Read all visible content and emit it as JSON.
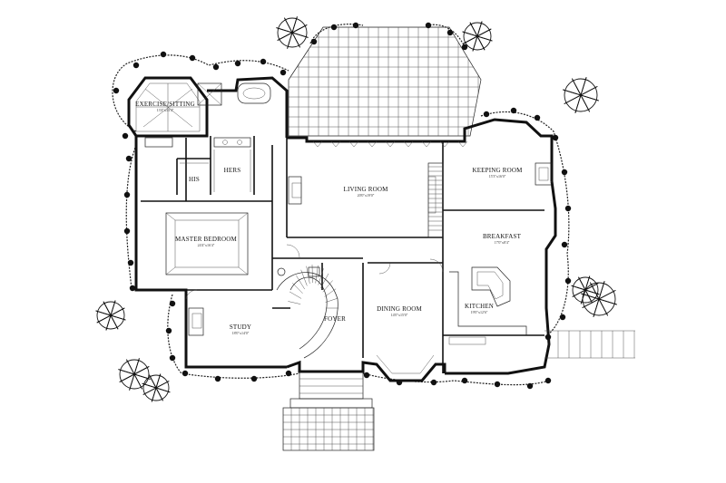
{
  "rooms": {
    "exercise_sitting": {
      "label": "EXERCISE/SITTING",
      "dims": "13'4\"x13'4\""
    },
    "his": {
      "label": "HIS",
      "dims": ""
    },
    "hers": {
      "label": "HERS",
      "dims": ""
    },
    "master_bedroom": {
      "label": "MASTER BEDROOM",
      "dims": "24'4\"x16'4\""
    },
    "living_room": {
      "label": "LIVING ROOM",
      "dims": "20'0\"x19'0\""
    },
    "keeping_room": {
      "label": "KEEPING ROOM",
      "dims": "15'3\"x16'0\""
    },
    "breakfast": {
      "label": "BREAKFAST",
      "dims": "17'0\"x8'4\""
    },
    "kitchen": {
      "label": "KITCHEN",
      "dims": "19'0\"x12'6\""
    },
    "study": {
      "label": "STUDY",
      "dims": "18'0\"x14'0\""
    },
    "foyer": {
      "label": "FOYER",
      "dims": ""
    },
    "dining_room": {
      "label": "DINING ROOM",
      "dims": "14'0\"x15'0\""
    }
  },
  "colors": {
    "line": "#111111",
    "background": "#ffffff"
  }
}
